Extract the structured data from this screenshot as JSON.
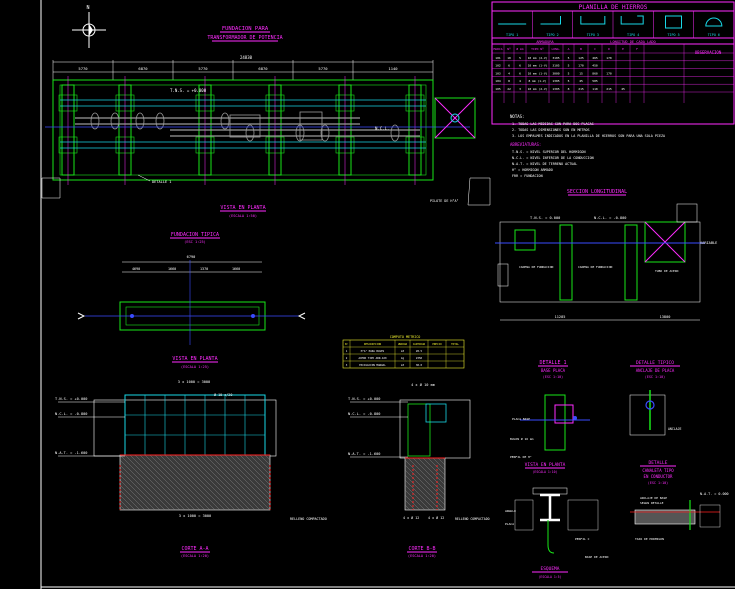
{
  "colors": {
    "background": "#000000",
    "magenta": "#ff2cff",
    "green": "#19e619",
    "cyan": "#19d7e6",
    "white": "#ffffff",
    "yellow": "#f2f230",
    "red": "#ff2222",
    "blue": "#3a4cff",
    "grey": "#9a9a9a"
  },
  "schedule": {
    "title": "PLANILLA DE HIERROS",
    "types": [
      "TIPO 1",
      "TIPO 2",
      "TIPO 3",
      "TIPO 4",
      "TIPO 5",
      "TIPO 6"
    ],
    "group_armadura": "ARMADURA",
    "group_longitud": "LONGITUD DE CADA LADO",
    "group_obs": "OBSERVACION",
    "headers": [
      "MARCA",
      "Nº",
      "Ø mm",
      "TIPO Nº",
      "LONG.",
      "A",
      "B",
      "C",
      "D",
      "E",
      "F"
    ],
    "rows": [
      [
        "101",
        "10",
        "5",
        "10 mm (2-V)",
        "3105",
        "5",
        "125",
        "465",
        "170",
        "",
        ""
      ],
      [
        "102",
        "6",
        "6",
        "10 mm (1-V)",
        "3105",
        "5",
        "170",
        "450",
        "",
        "",
        ""
      ],
      [
        "103",
        "4",
        "6",
        "10 mm (1-V)",
        "3000",
        "5",
        "15",
        "860",
        "170",
        "",
        ""
      ],
      [
        "104",
        "8",
        "4",
        "8 mm (1-V)",
        "1305",
        "5",
        "45",
        "505",
        "",
        "",
        ""
      ],
      [
        "105",
        "22",
        "3",
        "10 mm (2-V)",
        "1305",
        "8",
        "215",
        "110",
        "215",
        "45",
        ""
      ]
    ]
  },
  "notes": {
    "title": "NOTAS:",
    "lines": [
      "1.  TODAS LAS MEDIDAS SON PARA DOS PLACAS",
      "2.  TODAS LAS DIMENSIONES SON EN METROS",
      "3.  LOS EMPALMES INDICADOS EN LA PLANILLA DE HIERROS SON PARA UNA SOLA PIEZA"
    ],
    "abbr_title": "ABREVIATURAS:",
    "abbr": [
      "T.N.S. = NIVEL SUPERIOR DEL HORMIGON",
      "N.C.L. = NIVEL INFERIOR DE LA CONDUCCION",
      "N.A.T. = NIVEL DE TERRENO ACTUAL",
      "H° = HORMIGON ARMADO",
      "FRR = FUNDACION"
    ]
  },
  "main_view": {
    "title": "FUNDACION PARA",
    "subtitle": "TRANSFORMADOR DE POTENCIA",
    "dims_top": [
      "5770",
      "6870",
      "5770",
      "6870",
      "5770",
      "1140"
    ],
    "overall_dim": "24830",
    "beam_label": "T.N.S. = +0.000",
    "label_right": "N.C.L.",
    "label_detail": "DETALLE 1",
    "label_pile": "PILOTE DE H°A°",
    "caption": "VISTA EN PLANTA",
    "scale": "(ESCALA 1:50)"
  },
  "section_view": {
    "title": "SECCION LONGITUDINAL",
    "label_left": "T.N.S. = 0.000",
    "label_mid": "N.C.L. = -0.800",
    "label_right": "VARIABLE",
    "note_left": "CADENA DE FUNDACION",
    "note_mid": "CADENA DE FUNDACION",
    "note_far": "TUBO DE ACERO",
    "dims_bottom": [
      "11285",
      "13800"
    ]
  },
  "plan_small": {
    "title": "FUNDACION TIPICA",
    "scale": "(ESC 1:25)",
    "dims": [
      "4690",
      "1660",
      "1370",
      "1660"
    ],
    "dim_total": "6790",
    "caption": "VISTA EN PLANTA",
    "caption_scale": "(ESCALA 1:25)"
  },
  "table_small": {
    "title": "COMPUTO METRICO",
    "headers": [
      "Nº",
      "DESCRIPCION",
      "UNIDAD",
      "CANTIDAD",
      "PRECIO",
      "TOTAL"
    ],
    "rows": [
      [
        "1",
        "H°A° PARA BASES",
        "m3",
        "28.5",
        "",
        ""
      ],
      [
        "2",
        "ACERO TIPO ADN-420",
        "kg",
        "2350",
        "",
        ""
      ],
      [
        "3",
        "EXCAVACION MANUAL",
        "m3",
        "38.0",
        "",
        ""
      ]
    ]
  },
  "elevation": {
    "label_top": "T.N.S. = +0.000",
    "label_mid": "N.C.L. = -0.800",
    "label_bot": "N.A.T. = -1.600",
    "dim_top": "3 x 1000 = 3000",
    "dim_bottom": "3 x 1000 = 3000",
    "rebar_note": "Ø 10 c/20",
    "label_right": "RELLENO COMPACTADO",
    "caption": "CORTE A-A",
    "caption_scale": "(ESCALA 1:20)"
  },
  "elevation_b": {
    "dim_top": "4 x Ø 10 mm",
    "label_top": "T.N.S. = +0.000",
    "label_mid": "N.C.L. = -0.800",
    "label_bot": "N.A.T. = -1.600",
    "dims_bottom": [
      "4 x Ø 12",
      "4 x Ø 12"
    ],
    "label_right": "RELLENO COMPACTADO",
    "caption": "CORTE B-B",
    "caption_scale": "(ESCALA 1:20)"
  },
  "detail1": {
    "title": "DETALLE 1",
    "subtitle": "BASE PLACA",
    "scale": "(ESC 1:10)",
    "label_a": "PLACA BASE",
    "label_b": "BULON Ø 16 mm",
    "caption": "VISTA EN PLANTA",
    "caption_scale": "(ESCALA 1:10)",
    "label_c": "PERFIL DE H°",
    "label_d": "ANGULO",
    "label_e": "PLACA",
    "label_f": "PERFIL C",
    "label_g": "BASE DE ACERO"
  },
  "detail2": {
    "title": "DETALLE TIPICO",
    "subtitle": "ANCLAJE DE PLACA",
    "scale": "(ESC 1:10)",
    "label": "ANCLAJE"
  },
  "detail3": {
    "title": "DETALLE",
    "subtitle": "CANALETA TIPO",
    "subtitle2": "EN CONDUCTOR",
    "scale": "(ESC 1:10)",
    "label_right": "N.A.T. = 0.000",
    "label_left": "ANCLAJE DE BASE",
    "label_left2": "SEGUN DETALLE",
    "label_bottom": "TAPA DE HORMIGON",
    "caption": "ESQUEMA",
    "caption_scale": "(ESCALA 1:5)"
  },
  "compass": {
    "label": "N"
  }
}
